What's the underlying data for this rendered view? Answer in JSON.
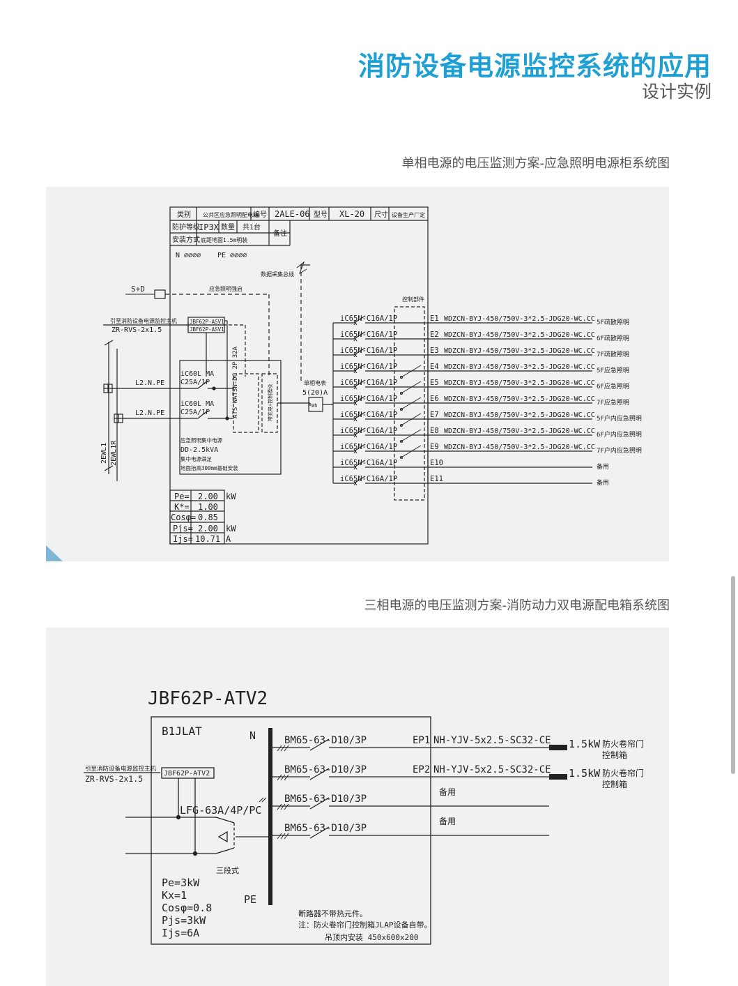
{
  "header": {
    "title": "消防设备电源监控系统的应用",
    "subtitle": "设计实例"
  },
  "colors": {
    "accent": "#1ea0d4",
    "panel_bg": "#eff1f2",
    "line": "#222222",
    "corner": "#7fb6d8"
  },
  "section1": {
    "caption": "单相电源的电压监测方案-应急照明电源柜系统图",
    "table": {
      "r1": [
        "类别",
        "公共区应急照明配电箱",
        "编号",
        "2ALE-06",
        "型号",
        "XL-20",
        "尺寸",
        "设备生产厂定"
      ],
      "r2": [
        "防护等级",
        "IP3X",
        "数量",
        "共1台",
        "备注"
      ],
      "r3": [
        "安装方式",
        "底距地面1.5m明装"
      ]
    },
    "bus_n": "N ∅∅∅∅",
    "bus_pe": "PE ∅∅∅∅",
    "data_bus": "数据采集总线",
    "s_d": "S+D",
    "emerg_signal": "应急照明强启",
    "control_unit": "控制部件",
    "lead": "引至消防设备电源监控主机",
    "cable": "ZR-RVS-2x1.5",
    "module1": "JBF62P-ASV1",
    "module2": "JBF62P-ASV1",
    "in1": "L2.N.PE",
    "in2": "L2.N.PE",
    "breaker1": [
      "iC60L MA",
      "C25A/1P"
    ],
    "breaker2": [
      "iC60L MA",
      "C25A/1P"
    ],
    "ats": "ATS WATSN-DC 2P 32A",
    "eps": "带充电+控制模块",
    "meter_label": [
      "单相电表",
      "5(20)A"
    ],
    "meter": "Wh",
    "power_note": [
      "应急照明集中电源",
      "DD-2.5kVA",
      "集中电源满足",
      "地面抬高300mm基础安装"
    ],
    "feeders_v": [
      "2EWL1",
      "2EWL1R"
    ],
    "circuits": [
      {
        "breaker": "iC65N-C16A/1P",
        "id": "E1",
        "cable": "WDZCN-BYJ-450/750V-3*2.5-JDG20-WC.CC",
        "dest": "5F疏散照明"
      },
      {
        "breaker": "iC65N-C16A/1P",
        "id": "E2",
        "cable": "WDZCN-BYJ-450/750V-3*2.5-JDG20-WC.CC",
        "dest": "6F疏散照明"
      },
      {
        "breaker": "iC65N-C16A/1P",
        "id": "E3",
        "cable": "WDZCN-BYJ-450/750V-3*2.5-JDG20-WC.CC",
        "dest": "7F疏散照明"
      },
      {
        "breaker": "iC65N-C16A/1P",
        "id": "E4",
        "cable": "WDZCN-BYJ-450/750V-3*2.5-JDG20-WC.CC",
        "dest": "5F应急照明"
      },
      {
        "breaker": "iC65N-C16A/1P",
        "id": "E5",
        "cable": "WDZCN-BYJ-450/750V-3*2.5-JDG20-WC.CC",
        "dest": "6F应急照明"
      },
      {
        "breaker": "iC65N-C16A/1P",
        "id": "E6",
        "cable": "WDZCN-BYJ-450/750V-3*2.5-JDG20-WC.CC",
        "dest": "7F应急照明"
      },
      {
        "breaker": "iC65N-C16A/1P",
        "id": "E7",
        "cable": "WDZCN-BYJ-450/750V-3*2.5-JDG20-WC.CC",
        "dest": "5F户内应急照明"
      },
      {
        "breaker": "iC65N-C16A/1P",
        "id": "E8",
        "cable": "WDZCN-BYJ-450/750V-3*2.5-JDG20-WC.CC",
        "dest": "6F户内应急照明"
      },
      {
        "breaker": "iC65N-C16A/1P",
        "id": "E9",
        "cable": "WDZCN-BYJ-450/750V-3*2.5-JDG20-WC.CC",
        "dest": "7F户内应急照明"
      },
      {
        "breaker": "iC65N-C16A/1P",
        "id": "E10",
        "cable": "",
        "dest": "备用"
      },
      {
        "breaker": "iC65N-C16A/1P",
        "id": "E11",
        "cable": "",
        "dest": "备用"
      }
    ],
    "params": [
      {
        "k": "Pe=",
        "v": "2.00",
        "u": "kW"
      },
      {
        "k": "K*=",
        "v": "1.00",
        "u": ""
      },
      {
        "k": "Cosφ=",
        "v": "0.85",
        "u": ""
      },
      {
        "k": "Pjs=",
        "v": "2.00",
        "u": "kW"
      },
      {
        "k": "Ijs=",
        "v": "10.71",
        "u": "A"
      }
    ]
  },
  "section2": {
    "caption": "三相电源的电压监测方案-消防动力双电源配电箱系统图",
    "model": "JBF62P-ATV2",
    "box": "B1JLAT",
    "n": "N",
    "pe": "PE",
    "lead": "引至消防设备电源监控主机",
    "cable": "ZR-RVS-2x1.5",
    "module": "JBF62P-ATV2",
    "switch": "LFG-63A/4P/PC",
    "switch_mode": "三段式",
    "circuits": [
      {
        "breaker": "BM65-63-D10/3P",
        "id": "EP1",
        "cable": "NH-YJV-5x2.5-SC32-CE",
        "load": "1.5kW",
        "dest": [
          "防火卷帘门",
          "控制箱"
        ]
      },
      {
        "breaker": "BM65-63-D10/3P",
        "id": "EP2",
        "cable": "NH-YJV-5x2.5-SC32-CE",
        "load": "1.5kW",
        "dest": [
          "防火卷帘门",
          "控制箱"
        ]
      },
      {
        "breaker": "BM65-63-D10/3P",
        "id": "",
        "cable": "",
        "load": "",
        "dest": [
          "备用"
        ]
      },
      {
        "breaker": "BM65-63-D10/3P",
        "id": "",
        "cable": "",
        "load": "",
        "dest": [
          "备用"
        ]
      }
    ],
    "params": [
      "Pe=3kW",
      "Kx=1",
      "Cosφ=0.8",
      "Pjs=3kW",
      "Ijs=6A"
    ],
    "notes": [
      "断路器不带热元件。",
      "注：防火卷帘门控制箱JLAP设备自带。",
      "吊顶内安装 450x600x200"
    ]
  }
}
